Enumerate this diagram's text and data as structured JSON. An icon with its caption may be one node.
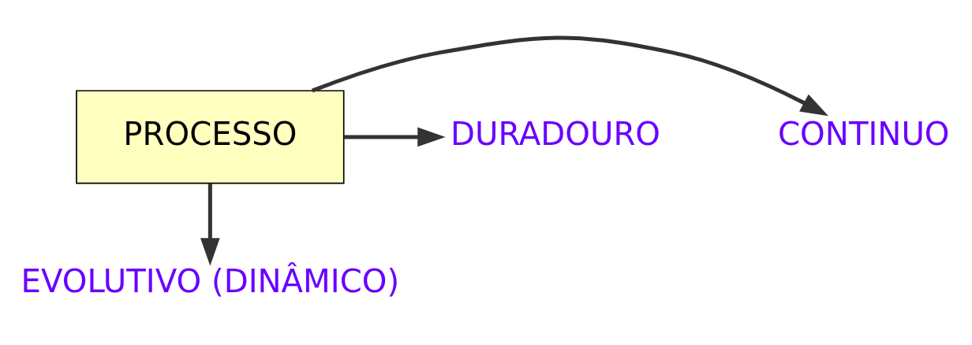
{
  "diagram": {
    "nodes": [
      {
        "text": [
          "CONTINUO"
        ]
      },
      {
        "text": [
          "PROCESSO"
        ]
      },
      {
        "text": [
          "DURADOURO"
        ]
      },
      {
        "text": [
          "EVOLUTIVO (DINÂMICO)"
        ]
      }
    ],
    "edges": [
      {
        "from": 1,
        "to": 0,
        "arrow": "to"
      },
      {
        "from": 1,
        "to": 2,
        "arrow": "to"
      },
      {
        "from": 1,
        "to": 3,
        "arrow": "to"
      }
    ]
  }
}
